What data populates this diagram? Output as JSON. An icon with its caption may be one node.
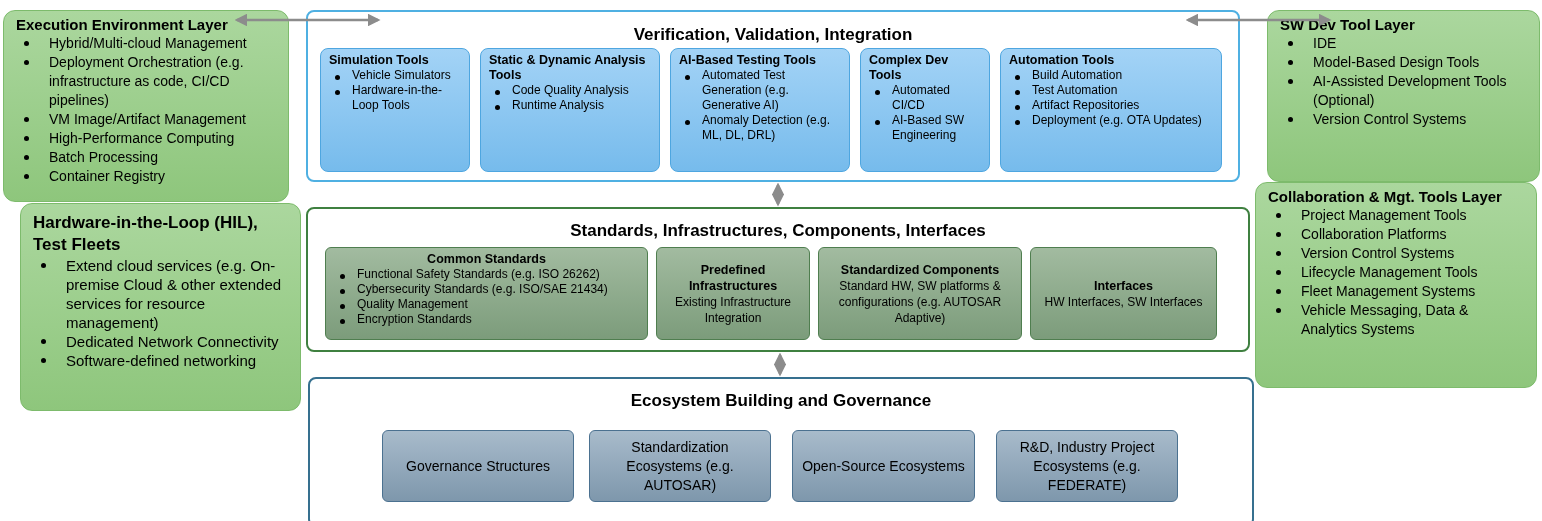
{
  "diagram": {
    "nodes": [
      {
        "text": [
          "Execution Environment Layer",
          "Hybrid/Multi-cloud Management",
          "Deployment Orchestration (e.g. infrastructure as code, CI/CD pipelines)",
          "VM Image/Artifact Management",
          "High-Performance Computing",
          "Batch Processing",
          "Container Registry"
        ]
      },
      {
        "text": [
          "Hardware-in-the-Loop (HIL), Test Fleets",
          "Extend cloud services (e.g. On-premise Cloud & other extended services for resource management)",
          "Dedicated Network Connectivity",
          "Software-defined networking"
        ]
      },
      {
        "text": [
          "Verification, Validation, Integration"
        ]
      },
      {
        "text": [
          "Simulation Tools",
          "Vehicle Simulators",
          "Hardware-in-the-Loop Tools"
        ],
        "in": 2
      },
      {
        "text": [
          "Static & Dynamic Analysis Tools",
          "Code Quality Analysis",
          "Runtime Analysis"
        ],
        "in": 2
      },
      {
        "text": [
          "AI-Based Testing Tools",
          "Automated Test Generation (e.g. Generative AI)",
          "Anomaly Detection (e.g. ML, DL, DRL)"
        ],
        "in": 2
      },
      {
        "text": [
          "Complex Dev Tools",
          "Automated CI/CD",
          "AI-Based SW Engineering"
        ],
        "in": 2
      },
      {
        "text": [
          "Automation Tools",
          "Build Automation",
          "Test Automation",
          "Artifact Repositories",
          "Deployment (e.g. OTA Updates)"
        ],
        "in": 2
      },
      {
        "text": [
          "SW Dev Tool Layer",
          "IDE",
          "Model-Based Design Tools",
          "AI-Assisted Development Tools (Optional)",
          "Version Control Systems"
        ]
      },
      {
        "text": [
          "Collaboration & Mgt. Tools Layer",
          "Project Management Tools",
          "Collaboration Platforms",
          "Version Control Systems",
          "Lifecycle Management Tools",
          "Fleet Management Systems",
          "Vehicle Messaging, Data & Analytics Systems"
        ]
      },
      {
        "text": [
          "Standards, Infrastructures, Components, Interfaces"
        ]
      },
      {
        "text": [
          "Common Standards",
          "Functional Safety Standards (e.g. ISO 26262)",
          "Cybersecurity Standards (e.g. ISO/SAE 21434)",
          "Quality Management",
          "Encryption Standards"
        ],
        "in": 10
      },
      {
        "text": [
          "Predefined Infrastructures",
          "Existing Infrastructure Integration"
        ],
        "in": 10
      },
      {
        "text": [
          "Standardized Components",
          "Standard HW, SW platforms & configurations (e.g. AUTOSAR Adaptive)"
        ],
        "in": 10
      },
      {
        "text": [
          "Interfaces",
          "HW Interfaces, SW Interfaces"
        ],
        "in": 10
      },
      {
        "text": [
          "Ecosystem Building and Governance"
        ]
      },
      {
        "text": [
          "Governance Structures"
        ],
        "in": 15
      },
      {
        "text": [
          "Standardization Ecosystems (e.g. AUTOSAR)"
        ],
        "in": 15
      },
      {
        "text": [
          "Open-Source Ecosystems"
        ],
        "in": 15
      },
      {
        "text": [
          "R&D, Industry Project Ecosystems (e.g. FEDERATE)"
        ],
        "in": 15
      }
    ],
    "edges": [
      {
        "from": 0,
        "to": 2,
        "arrow": "both"
      },
      {
        "from": 8,
        "to": 2,
        "arrow": "both"
      },
      {
        "from": 2,
        "to": 10,
        "arrow": "both"
      },
      {
        "from": 10,
        "to": 15,
        "arrow": "both"
      }
    ]
  }
}
